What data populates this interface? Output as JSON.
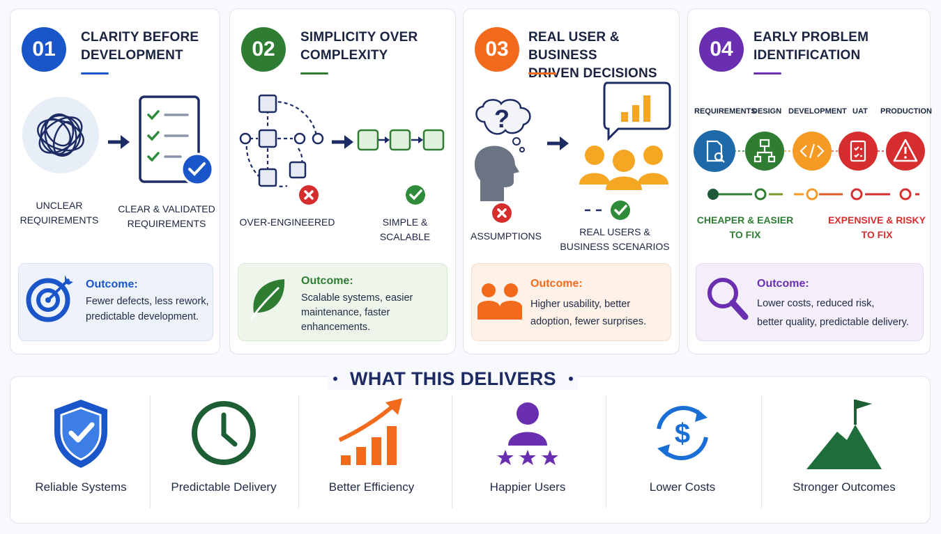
{
  "colors": {
    "blue": "#1a56c9",
    "green": "#2e7d32",
    "orange": "#f26b1d",
    "purple": "#6a2fb0",
    "navy": "#1c2b63",
    "red": "#d62e2e"
  },
  "cards": [
    {
      "number": "01",
      "title": "CLARITY BEFORE\nDEVELOPMENT",
      "left_label": "UNCLEAR\nREQUIREMENTS",
      "right_label": "CLEAR & VALIDATED\nREQUIREMENTS",
      "outcome_title": "Outcome:",
      "outcome_text": "Fewer defects, less rework,\npredictable development."
    },
    {
      "number": "02",
      "title": "SIMPLICITY OVER\nCOMPLEXITY",
      "left_label": "OVER-ENGINEERED",
      "right_label": "SIMPLE &\nSCALABLE",
      "outcome_title": "Outcome:",
      "outcome_text": "Scalable systems, easier\nmaintenance, faster\nenhancements."
    },
    {
      "number": "03",
      "title": "REAL USER & BUSINESS\nDRIVEN DECISIONS",
      "left_label": "ASSUMPTIONS",
      "right_label": "REAL USERS &\nBUSINESS SCENARIOS",
      "outcome_title": "Outcome:",
      "outcome_text": "Higher usability, better\nadoption, fewer surprises."
    },
    {
      "number": "04",
      "title": "EARLY PROBLEM\nIDENTIFICATION",
      "phases": [
        "REQUIREMENTS",
        "DESIGN",
        "DEVELOPMENT",
        "UAT",
        "PRODUCTION"
      ],
      "cheap_label": "CHEAPER & EASIER\nTO FIX",
      "expensive_label": "EXPENSIVE & RISKY\nTO FIX",
      "outcome_title": "Outcome:",
      "outcome_text": "Lower costs, reduced risk,\nbetter quality, predictable delivery."
    }
  ],
  "delivers": {
    "title": "WHAT THIS DELIVERS",
    "items": [
      {
        "label": "Reliable Systems",
        "icon": "shield-check-icon"
      },
      {
        "label": "Predictable Delivery",
        "icon": "clock-icon"
      },
      {
        "label": "Better Efficiency",
        "icon": "growth-chart-icon"
      },
      {
        "label": "Happier Users",
        "icon": "user-stars-icon"
      },
      {
        "label": "Lower Costs",
        "icon": "dollar-cycle-icon"
      },
      {
        "label": "Stronger Outcomes",
        "icon": "mountain-flag-icon"
      }
    ]
  }
}
